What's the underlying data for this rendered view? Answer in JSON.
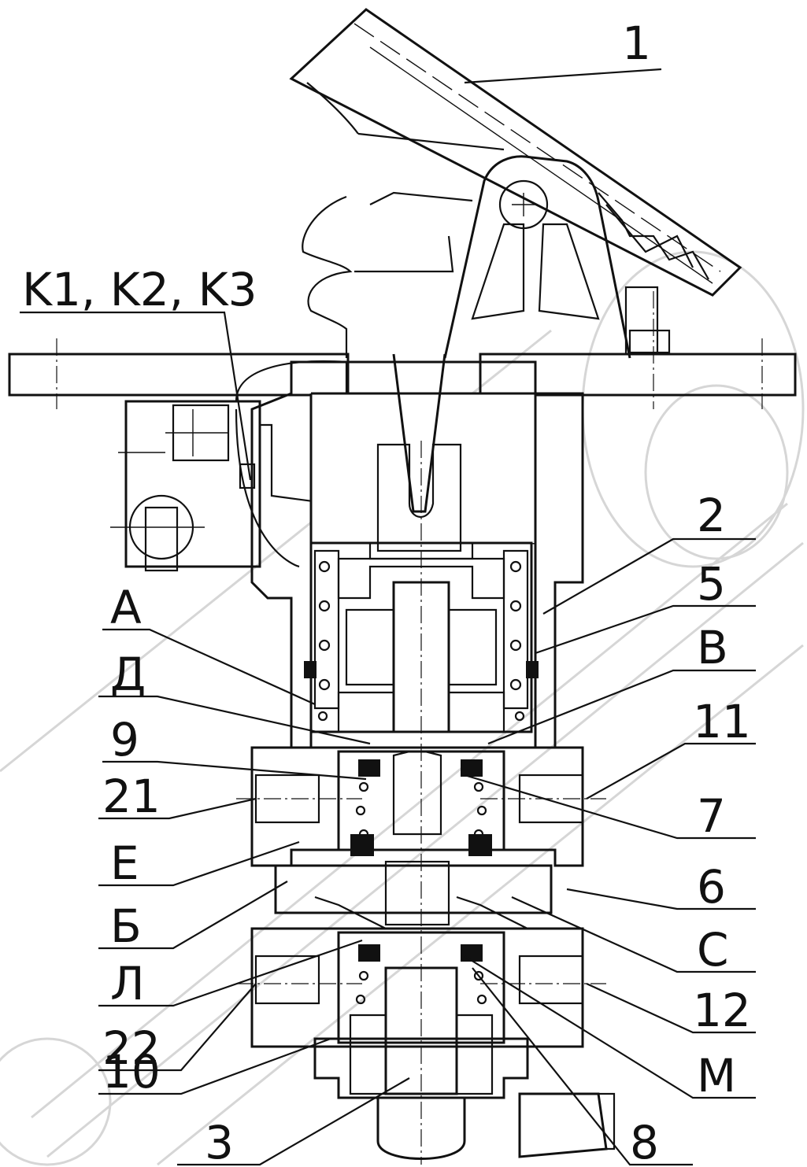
{
  "labels": {
    "l1": "1",
    "k": "K1, K2, K3",
    "l2": "2",
    "l5": "5",
    "a": "А",
    "v": "В",
    "d": "Д",
    "l9": "9",
    "l11": "11",
    "l21": "21",
    "l7": "7",
    "e": "Е",
    "l6": "6",
    "b": "Б",
    "s": "С",
    "l": "Л",
    "l12": "12",
    "l22": "22",
    "l10": "10",
    "m": "М",
    "l3": "3",
    "l8": "8"
  },
  "colors": {
    "ink": "#111111",
    "watermark": "#d6d6d6"
  }
}
